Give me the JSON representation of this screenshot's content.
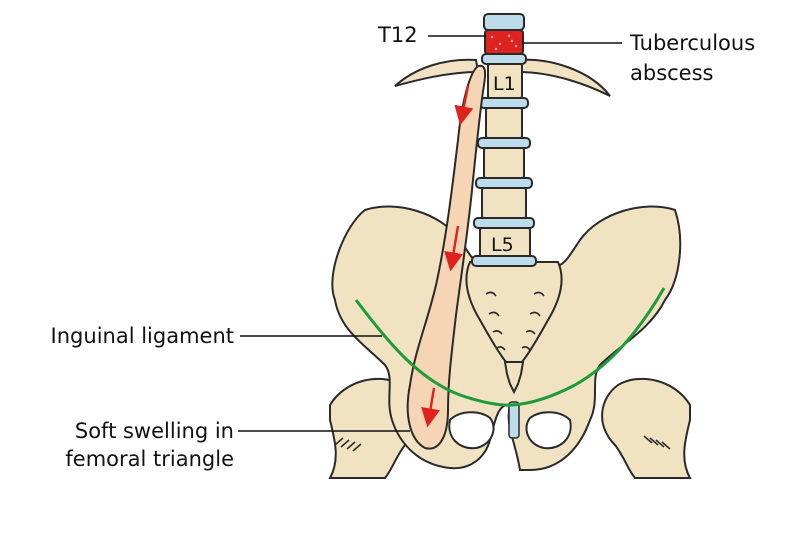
{
  "labels": {
    "t12": "T12",
    "abscess_line1": "Tuberculous",
    "abscess_line2": "abscess",
    "inguinal": "Inguinal ligament",
    "swelling_line1": "Soft swelling in",
    "swelling_line2": "femoral triangle"
  },
  "vertebra_labels": {
    "l1": "L1",
    "l5": "L5"
  },
  "colors": {
    "bone": "#f1e2c2",
    "outline": "#2a2a2a",
    "disc": "#bcdcec",
    "abscess": "#e0221f",
    "psoas": "#f5d5b3",
    "ligament": "#1e9c3a",
    "arrow": "#e0221f"
  }
}
